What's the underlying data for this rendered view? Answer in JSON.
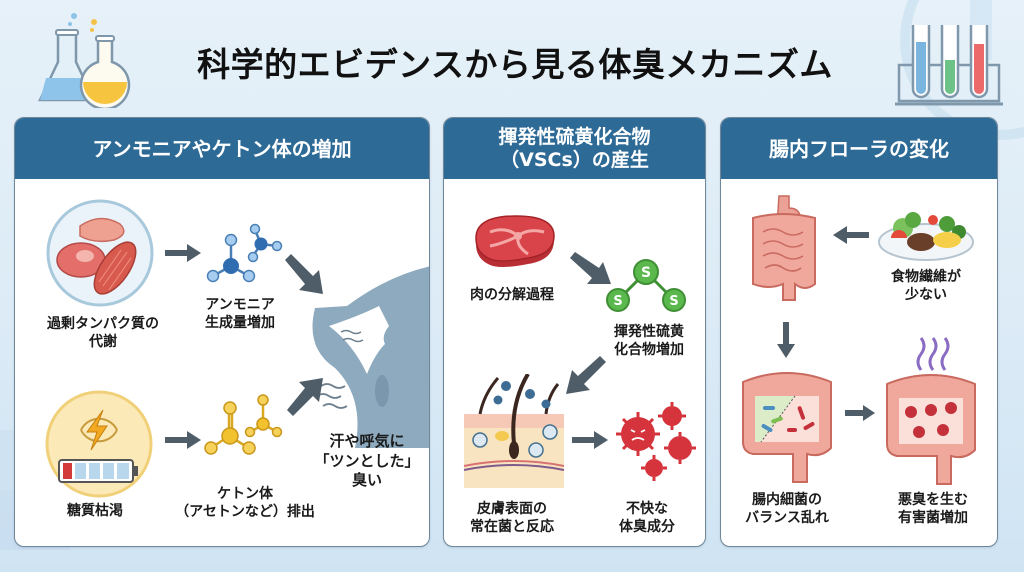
{
  "title": "科学的エビデンスから見る体臭メカニズム",
  "colors": {
    "header_blue": "#2d6a96",
    "background": "#dcebf6",
    "arrow_gray": "#4f5d68",
    "meat_red": "#d9444b",
    "vsc_green": "#5bb84d",
    "ketone_yellow": "#f2c12e",
    "ammonia_blue": "#4a8fd0",
    "bacteria_red": "#d6343c",
    "intestine_pink": "#e8867c"
  },
  "panels": [
    {
      "title_lines": [
        "アンモニアやケトン体の増加"
      ],
      "items": {
        "protein": [
          "過剰タンパク質の",
          "代謝"
        ],
        "ammonia": [
          "アンモニア",
          "生成量増加"
        ],
        "glycogen": [
          "糖質枯渇"
        ],
        "ketone": [
          "ケトン体",
          "（アセトンなど）排出"
        ],
        "result": [
          "汗や呼気に",
          "「ツンとした」",
          "臭い"
        ]
      }
    },
    {
      "title_lines": [
        "揮発性硫黄化合物",
        "（VSCs）の産生"
      ],
      "items": {
        "meat": [
          "肉の分解過程"
        ],
        "vsc": [
          "揮発性硫黄",
          "化合物増加"
        ],
        "skin": [
          "皮膚表面の",
          "常在菌と反応"
        ],
        "odor": [
          "不快な",
          "体臭成分"
        ]
      },
      "molecule_letter": "S"
    },
    {
      "title_lines": [
        "腸内フローラの変化"
      ],
      "items": {
        "fiber": [
          "食物繊維が",
          "少ない"
        ],
        "imbalance": [
          "腸内細菌の",
          "バランス乱れ"
        ],
        "harmful": [
          "悪臭を生む",
          "有害菌増加"
        ]
      }
    }
  ],
  "icons": {
    "left_deco": "flasks-icon",
    "right_deco": "test-tubes-icon",
    "protein": "meat-muscle-icon",
    "ammonia": "ammonia-molecule-icon",
    "glycogen": "low-battery-energy-icon",
    "ketone": "ketone-molecule-icon",
    "body": "armpit-odor-icon",
    "meat": "steak-icon",
    "vsc": "sulfur-molecule-icon",
    "skin": "skin-cross-section-icon",
    "odor": "bacteria-icon",
    "intestine": "intestine-icon",
    "food": "food-plate-icon"
  }
}
